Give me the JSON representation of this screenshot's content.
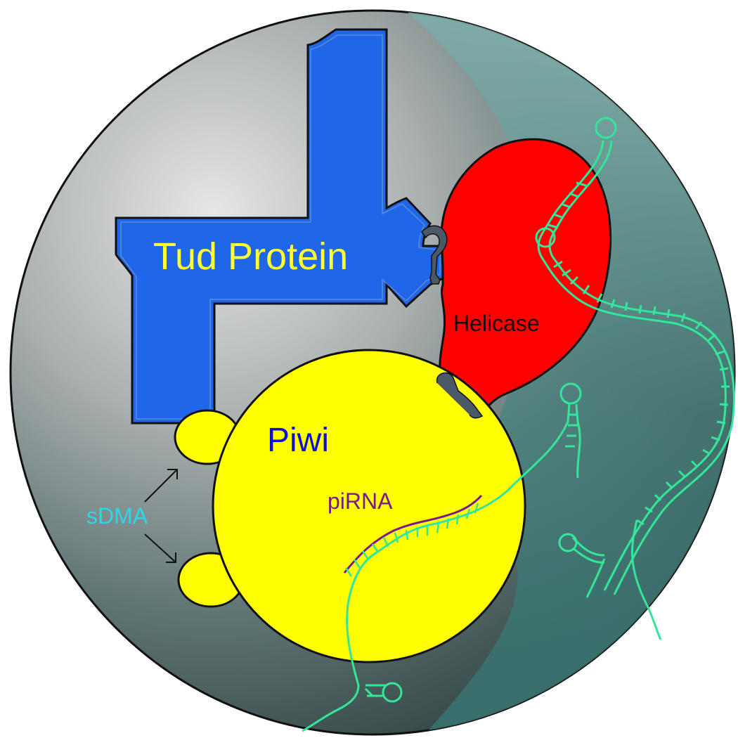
{
  "labels": {
    "tud": "Tud Protein",
    "helicase": "Helicase",
    "piwi": "Piwi",
    "pirna": "piRNA",
    "sdma": "sDMA"
  },
  "colors": {
    "tud_fill": "#2066e8",
    "tud_text": "#ffff33",
    "helicase_fill": "#ff0000",
    "helicase_text": "#1a0000",
    "piwi_fill": "#ffff00",
    "piwi_text": "#1010d0",
    "pirna_strand": "#7a1a8a",
    "pirna_text": "#7a1a8a",
    "rna_strand": "#33e69a",
    "sdma_text": "#33d6e6",
    "outline": "#111111"
  }
}
